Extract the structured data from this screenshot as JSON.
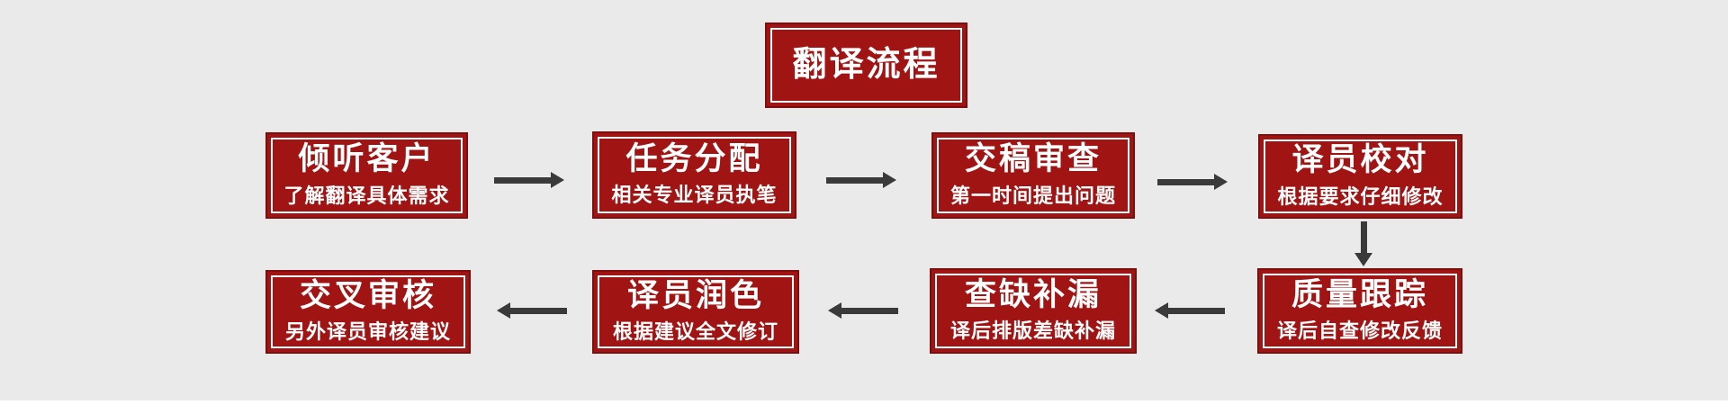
{
  "title": {
    "label": "翻译流程"
  },
  "colors": {
    "box-red": "#a11414",
    "box-outline": "#7e0e0e",
    "inner-border": "#ffffff",
    "arrow": "#3a3a3a",
    "text": "#ffffff",
    "bg": "#eaeaea"
  },
  "steps": [
    {
      "order": 1,
      "title": "倾听客户",
      "subtitle": "了解翻译具体需求"
    },
    {
      "order": 2,
      "title": "任务分配",
      "subtitle": "相关专业译员执笔"
    },
    {
      "order": 3,
      "title": "交稿审查",
      "subtitle": "第一时间提出问题"
    },
    {
      "order": 4,
      "title": "译员校对",
      "subtitle": "根据要求仔细修改"
    },
    {
      "order": 5,
      "title": "质量跟踪",
      "subtitle": "译后自查修改反馈"
    },
    {
      "order": 6,
      "title": "查缺补漏",
      "subtitle": "译后排版差缺补漏"
    },
    {
      "order": 7,
      "title": "译员润色",
      "subtitle": "根据建议全文修订"
    },
    {
      "order": 8,
      "title": "交叉审核",
      "subtitle": "另外译员审核建议"
    }
  ]
}
